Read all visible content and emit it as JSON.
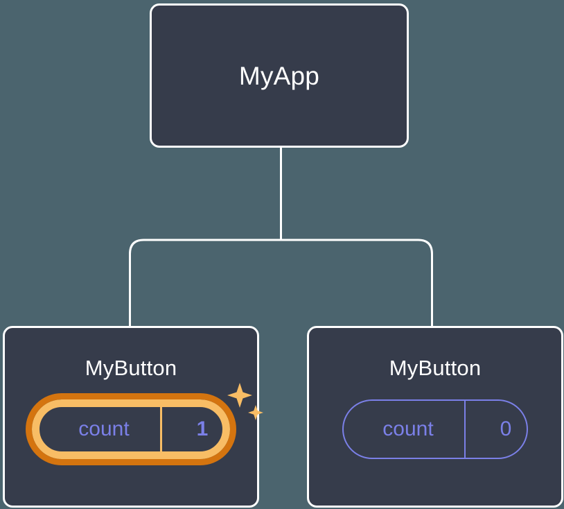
{
  "diagram": {
    "type": "component-tree",
    "background_color": "#4b646e",
    "node_fill_color": "#363c4b",
    "node_border_color": "#ffffff",
    "connector_color": "#ffffff",
    "state_color": "#7b80e8",
    "highlight_inner_color": "#f8bd65",
    "highlight_outer_color": "#d4740f",
    "sparkle_color": "#f8bd65"
  },
  "root": {
    "title": "MyApp"
  },
  "children": [
    {
      "title": "MyButton",
      "state_key": "count",
      "state_value": "1",
      "highlighted": true,
      "sparkle_icons": [
        "sparkle-large-icon",
        "sparkle-small-icon"
      ]
    },
    {
      "title": "MyButton",
      "state_key": "count",
      "state_value": "0",
      "highlighted": false
    }
  ]
}
